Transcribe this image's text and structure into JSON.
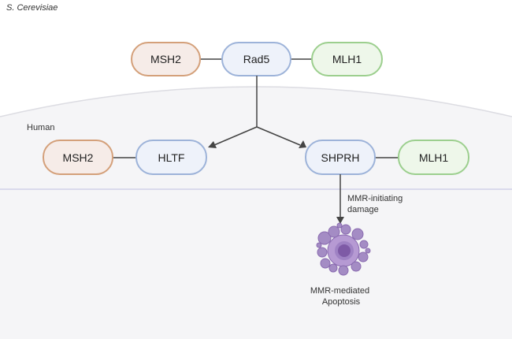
{
  "top_section": {
    "organism_label": "S. Cerevisiae"
  },
  "human_section": {
    "organism_label": "Human"
  },
  "proteins": {
    "yeast_msh2": "MSH2",
    "rad5": "Rad5",
    "yeast_mlh1": "MLH1",
    "human_msh2": "MSH2",
    "hltf": "HLTF",
    "shprh": "SHPRH",
    "human_mlh1": "MLH1"
  },
  "arrow_label": [
    "MMR-initiating",
    "damage"
  ],
  "outcome_label": [
    "MMR-mediated",
    "Apoptosis"
  ],
  "colors": {
    "msh2_border": "#d4a07a",
    "msh2_fill": "#f6ece8",
    "center_border": "#9db3d9",
    "center_fill": "#eef2fa",
    "mlh1_border": "#9ccf8e",
    "mlh1_fill": "#eef7ea",
    "human_bg": "#f5f5f7",
    "arc_stroke": "#dcdce2",
    "divider": "#c9c9e6",
    "cell_purple": "#a48cc4",
    "nucleus_purple": "#7e5aa6"
  }
}
